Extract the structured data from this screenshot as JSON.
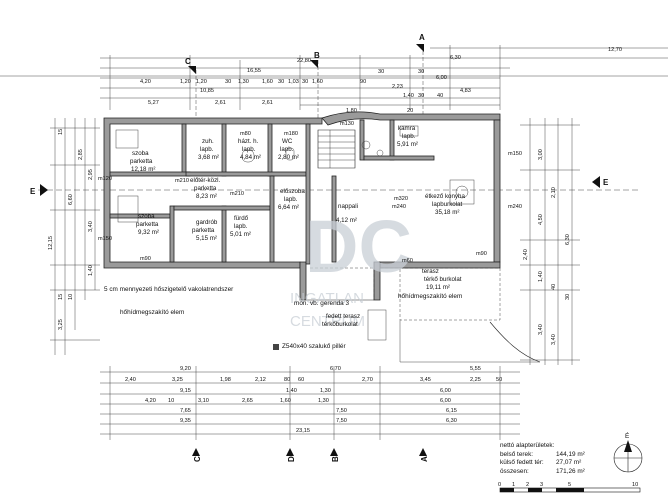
{
  "rooms": [
    {
      "name": "szoba",
      "floor": "parketta",
      "area": "12,18 m²"
    },
    {
      "name": "zuh.",
      "floor": "lapb.",
      "area": "3,68 m²"
    },
    {
      "name": "házt. h.",
      "floor": "lapb.",
      "area": "4,84 m²"
    },
    {
      "name": "WC",
      "floor": "lapb.",
      "area": "2,80 m²"
    },
    {
      "name": "kamra",
      "floor": "lapb.",
      "area": "5,91 m²"
    },
    {
      "name": "előtér-közl.",
      "floor": "parketta",
      "area": "8,23 m²"
    },
    {
      "name": "előszoba",
      "floor": "lapb.",
      "area": "6,64 m²"
    },
    {
      "name": "nappali",
      "floor": "",
      "area": "4,12 m²"
    },
    {
      "name": "étkező konyha",
      "floor": "lapburkolat",
      "area": "35,18 m²"
    },
    {
      "name": "szoba",
      "floor": "parketta",
      "area": "9,32 m²"
    },
    {
      "name": "fürdő",
      "floor": "lapb.",
      "area": "5,01 m²"
    },
    {
      "name": "gardrób",
      "floor": "parketta",
      "area": "5,15 m²"
    },
    {
      "name": "terasz",
      "floor": "térkő burkolat",
      "area": "19,11 m²"
    },
    {
      "name": "fedett terasz",
      "floor": "térkőburkolat",
      "area": ""
    }
  ],
  "annotations": {
    "insulating_plaster": "5 cm mennyezeti hőszigetelő vakolatrendszer",
    "expansion_joint_1": "hőhídmegszakító elem",
    "expansion_joint_2": "hőhídmegszakító elem",
    "lintel": "mon. vb. gerenda 3",
    "shutoff": "Z540x40 szalukő pillér"
  },
  "section_marks": {
    "top": [
      "C",
      "B",
      "A"
    ],
    "bottom": [
      "C",
      "D",
      "B",
      "A"
    ],
    "left": "E",
    "right": "E"
  },
  "top_dimensions": {
    "row1": [
      "12,70"
    ],
    "row2": [
      "22,80",
      "6,30"
    ],
    "row3": [
      "4,20",
      "16,55",
      "6,00"
    ],
    "row4": [
      "10,85",
      "4,83"
    ],
    "row5": [
      "5,27",
      "2,61",
      "2,61",
      "2,23"
    ],
    "small": [
      "1,20",
      "1,30",
      "1,20",
      "30",
      "1,60",
      "30",
      "1,03",
      "30",
      "1,60",
      "30",
      "90",
      "30",
      "1,40",
      "30",
      "40",
      "1,80",
      "20"
    ]
  },
  "bottom_dimensions": {
    "row1": [
      "9,20",
      "6,70",
      "5,55"
    ],
    "row2": [
      "2,40",
      "3,25",
      "1,98",
      "2,12",
      "80",
      "60",
      "2,70",
      "3,45",
      "2,25",
      "50"
    ],
    "row3": [
      "9,15",
      "1,40",
      "1,30",
      "6,00"
    ],
    "row4": [
      "4,20",
      "10",
      "3,10",
      "2,65",
      "1,60",
      "1,30",
      "6,00"
    ],
    "row5": [
      "7,65",
      "7,50",
      "6,15"
    ],
    "row6": [
      "9,35",
      "7,50",
      "6,30"
    ],
    "row7": [
      "23,15"
    ]
  },
  "left_dimensions": [
    "15",
    "6,60",
    "2,85",
    "2,95",
    "3,40",
    "12,15",
    "1,40",
    "3,25",
    "10",
    "15"
  ],
  "right_dimensions": [
    "3,00",
    "4,50",
    "2,10",
    "6,30",
    "3,40",
    "1,40",
    "3,40",
    "2,40",
    "40",
    "30"
  ],
  "openings": [
    "m90",
    "m210",
    "m120",
    "m150",
    "m80",
    "m180",
    "m130",
    "m210",
    "m240",
    "m320",
    "m240",
    "m150",
    "m90",
    "m60"
  ],
  "summary": {
    "title": "nettó alapterületek:",
    "rows": [
      {
        "label": "belső terek:",
        "value": "144,19 m²"
      },
      {
        "label": "külső fedett tér:",
        "value": "27,07 m²"
      },
      {
        "label": "összesen:",
        "value": "171,26 m²"
      }
    ]
  },
  "scale": {
    "labels": [
      "0",
      "1",
      "2",
      "3",
      "5",
      "10"
    ]
  },
  "watermark": {
    "letters": "DC",
    "line1": "INGATLAN",
    "line2": "CENTRUM"
  },
  "north": {
    "label": "É"
  }
}
